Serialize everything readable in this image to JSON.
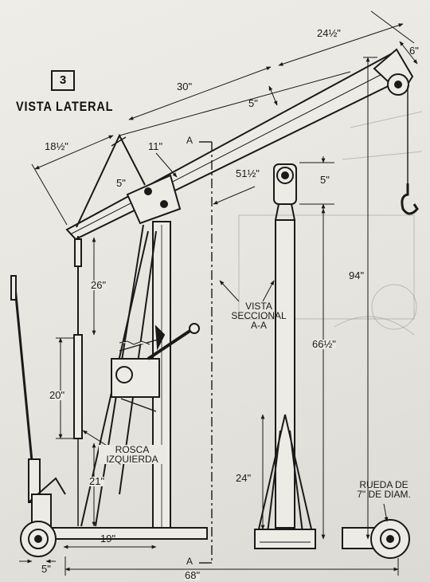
{
  "figure_number": "3",
  "title": "VISTA LATERAL",
  "dimensions": {
    "boom_length": "30\"",
    "boom_tip_length": "24½\"",
    "tip_height": "6\"",
    "boom_depth": "5\"",
    "brace_length": "18½\"",
    "pivot_offset": "11\"",
    "pivot_block": "5\"",
    "mast_top_height": "51½\"",
    "mast_cap": "5\"",
    "total_height": "94\"",
    "mast_height": "66½\"",
    "upper_link": "26\"",
    "turnbuckle": "20\"",
    "lower_link": "21\"",
    "leg_spread": "24\"",
    "base_offset": "19\"",
    "wheel_offset": "5\"",
    "base_length": "68\""
  },
  "labels": {
    "section_view_line1": "VISTA",
    "section_view_line2": "SECCIONAL",
    "section_view_line3": "A-A",
    "left_thread_line1": "ROSCA",
    "left_thread_line2": "IZQUIERDA",
    "wheel_line1": "RUEDA DE",
    "wheel_line2": "7\" DE DIAM.",
    "section_mark_top": "A",
    "section_mark_bottom": "A"
  },
  "colors": {
    "ink": "#1a1a1a",
    "paper": "#ebe9e4"
  }
}
